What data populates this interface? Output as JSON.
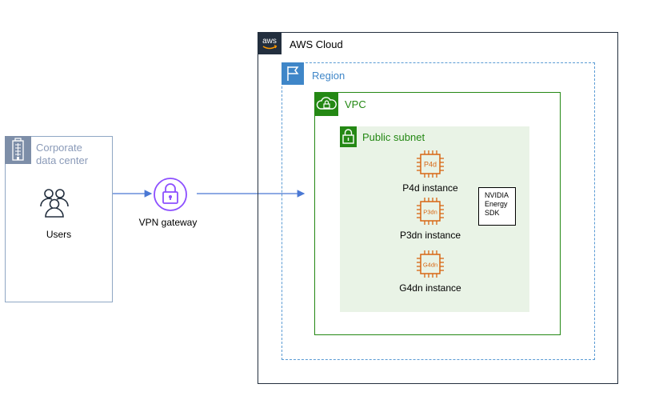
{
  "corporate": {
    "label": "Corporate\ndata center",
    "icon": "office-building-icon"
  },
  "users": {
    "label": "Users",
    "icon": "users-icon"
  },
  "vpn": {
    "label": "VPN gateway",
    "icon": "vpn-lock-icon"
  },
  "cloud": {
    "label": "AWS Cloud",
    "logo": "aws"
  },
  "region": {
    "label": "Region",
    "icon": "region-flag-icon"
  },
  "vpc": {
    "label": "VPC",
    "icon": "vpc-cloud-icon"
  },
  "subnet": {
    "label": "Public subnet",
    "icon": "subnet-lock-icon"
  },
  "instances": [
    {
      "chip": "P4d",
      "label": "P4d instance"
    },
    {
      "chip": "P3dn",
      "label": "P3dn instance"
    },
    {
      "chip": "G4dn",
      "label": "G4dn instance"
    }
  ],
  "sdk": {
    "label": "NVIDIA\nEnergy\nSDK"
  },
  "colors": {
    "aws_dark": "#232f3e",
    "region_blue": "#3f86c8",
    "vpc_green": "#248814",
    "chip_orange": "#d86613",
    "subnet_bg": "#e9f3e6",
    "connector": "#4a78d4"
  }
}
